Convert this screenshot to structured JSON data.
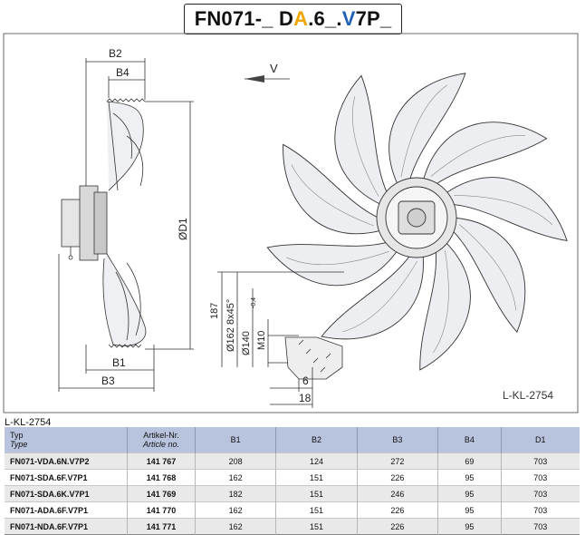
{
  "title": {
    "part1": "FN071-_ ",
    "part2": "D",
    "part3": "A",
    "part4": ".6_",
    "part5": ".",
    "part6": "V",
    "part7": "7P_",
    "color_a": "#f0a500",
    "color_v": "#1f5fb4"
  },
  "drawing": {
    "dim_b2": "B2",
    "dim_b4": "B4",
    "dim_b1": "B1",
    "dim_b3": "B3",
    "dim_d1": "ØD1",
    "view_label": "V",
    "dim_187": "187",
    "dim_162": "Ø162 8x45°",
    "dim_140": "Ø140",
    "dim_140_tol": "-0,4",
    "dim_m10": "M10",
    "dim_6": "6",
    "dim_18": "18",
    "drawing_code": "L-KL-2754"
  },
  "table_ref": "L-KL-2754",
  "table": {
    "headers": {
      "typ": "Typ",
      "typ_en": "Type",
      "art": "Artikel-Nr.",
      "art_en": "Article no.",
      "b1": "B1",
      "b2": "B2",
      "b3": "B3",
      "b4": "B4",
      "d1": "D1"
    },
    "rows": [
      {
        "typ": "FN071-VDA.6N.V7P2",
        "art": "141 767",
        "b1": "208",
        "b2": "124",
        "b3": "272",
        "b4": "69",
        "d1": "703"
      },
      {
        "typ": "FN071-SDA.6F.V7P1",
        "art": "141 768",
        "b1": "162",
        "b2": "151",
        "b3": "226",
        "b4": "95",
        "d1": "703"
      },
      {
        "typ": "FN071-SDA.6K.V7P1",
        "art": "141 769",
        "b1": "182",
        "b2": "151",
        "b3": "246",
        "b4": "95",
        "d1": "703"
      },
      {
        "typ": "FN071-ADA.6F.V7P1",
        "art": "141 770",
        "b1": "162",
        "b2": "151",
        "b3": "226",
        "b4": "95",
        "d1": "703"
      },
      {
        "typ": "FN071-NDA.6F.V7P1",
        "art": "141 771",
        "b1": "162",
        "b2": "151",
        "b3": "226",
        "b4": "95",
        "d1": "703"
      }
    ]
  }
}
